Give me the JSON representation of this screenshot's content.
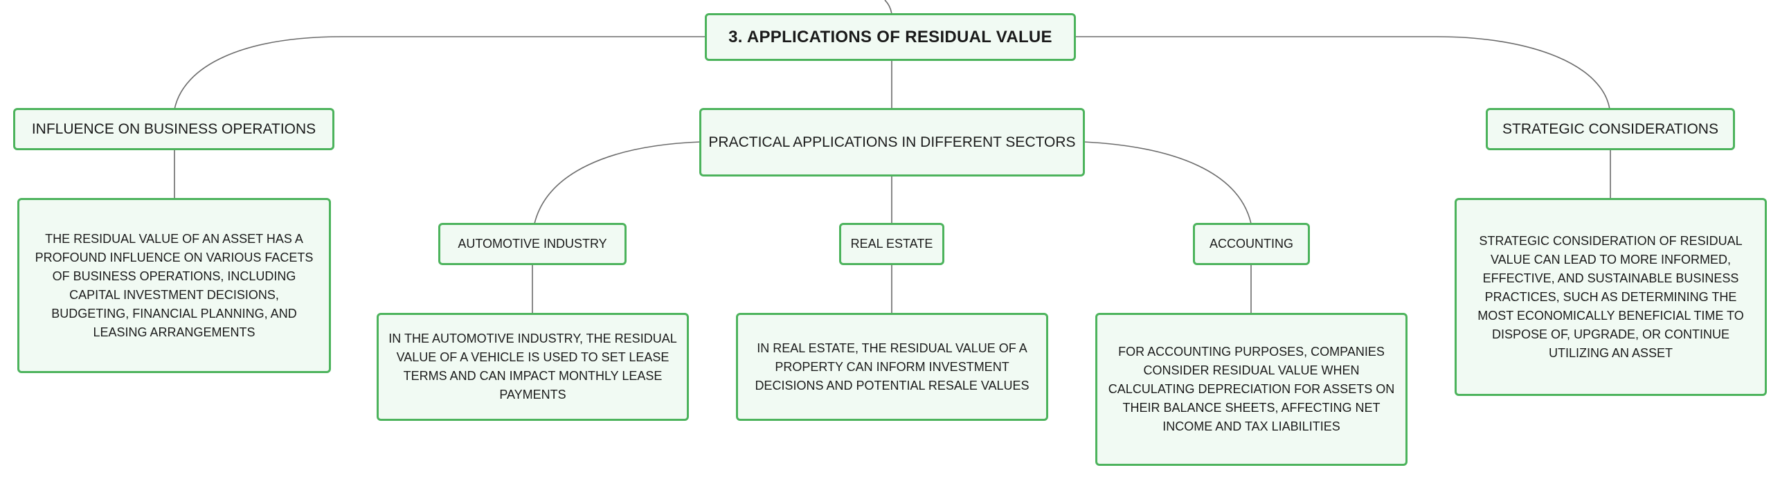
{
  "root": {
    "title": "3. APPLICATIONS OF RESIDUAL VALUE"
  },
  "branches": {
    "business_operations": {
      "title": "INFLUENCE ON BUSINESS OPERATIONS",
      "description": "THE RESIDUAL VALUE OF AN ASSET HAS A PROFOUND INFLUENCE ON VARIOUS FACETS OF BUSINESS OPERATIONS, INCLUDING CAPITAL INVESTMENT DECISIONS, BUDGETING, FINANCIAL PLANNING, AND LEASING ARRANGEMENTS"
    },
    "practical_applications": {
      "title": "PRACTICAL APPLICATIONS IN DIFFERENT SECTORS",
      "sectors": [
        {
          "title": "AUTOMOTIVE INDUSTRY",
          "description": "IN THE AUTOMOTIVE INDUSTRY, THE RESIDUAL VALUE OF A VEHICLE IS USED TO SET LEASE TERMS AND CAN IMPACT MONTHLY LEASE PAYMENTS"
        },
        {
          "title": "REAL ESTATE",
          "description": "IN REAL ESTATE, THE RESIDUAL VALUE OF A PROPERTY CAN INFORM INVESTMENT DECISIONS AND POTENTIAL RESALE VALUES"
        },
        {
          "title": "ACCOUNTING",
          "description": "FOR ACCOUNTING PURPOSES, COMPANIES CONSIDER RESIDUAL VALUE WHEN CALCULATING DEPRECIATION FOR ASSETS ON THEIR BALANCE SHEETS, AFFECTING NET INCOME AND TAX LIABILITIES"
        }
      ]
    },
    "strategic_considerations": {
      "title": "STRATEGIC CONSIDERATIONS",
      "description": "STRATEGIC CONSIDERATION OF RESIDUAL VALUE CAN LEAD TO MORE INFORMED, EFFECTIVE, AND SUSTAINABLE BUSINESS PRACTICES, SUCH AS DETERMINING THE MOST ECONOMICALLY BENEFICIAL TIME TO DISPOSE OF, UPGRADE, OR CONTINUE UTILIZING AN ASSET"
    }
  },
  "colors": {
    "node_border": "#4cb35c",
    "node_fill": "#f1faf3",
    "connector": "#6b6b6b",
    "text": "#1a1a1a"
  }
}
